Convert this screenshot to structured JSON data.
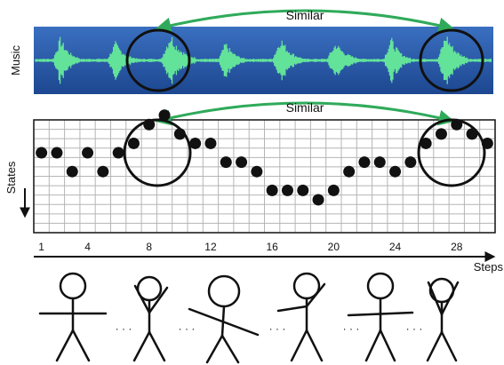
{
  "labels": {
    "music": "Music",
    "states": "States",
    "similar_top": "Similar",
    "similar_mid": "Similar",
    "steps": "Steps"
  },
  "step_ticks": [
    "1",
    "4",
    "8",
    "12",
    "16",
    "20",
    "24",
    "28"
  ],
  "step_tick_values": [
    1,
    4,
    8,
    12,
    16,
    20,
    24,
    28
  ],
  "ellipsis": "· · ·",
  "state_sequence": [
    9,
    9,
    7,
    9,
    7,
    9,
    10,
    12,
    13,
    11,
    10,
    10,
    8,
    8,
    7,
    5,
    5,
    5,
    4,
    5,
    7,
    8,
    8,
    7,
    8,
    10,
    11,
    12,
    11,
    10
  ],
  "similar_step_ranges": [
    [
      8,
      10
    ],
    [
      26,
      28
    ]
  ],
  "grid": {
    "columns": 30,
    "rows": 12
  },
  "colors": {
    "waveform_bg": "#2a5aa8",
    "waveform": "#63e39a",
    "arrow": "#2faa5a",
    "circle": "#111111",
    "dot": "#111111",
    "grid": "#b5b5b5"
  },
  "figures": [
    "arms-out",
    "arms-up",
    "tilted",
    "one-arm-raised",
    "arms-out",
    "arms-up"
  ]
}
